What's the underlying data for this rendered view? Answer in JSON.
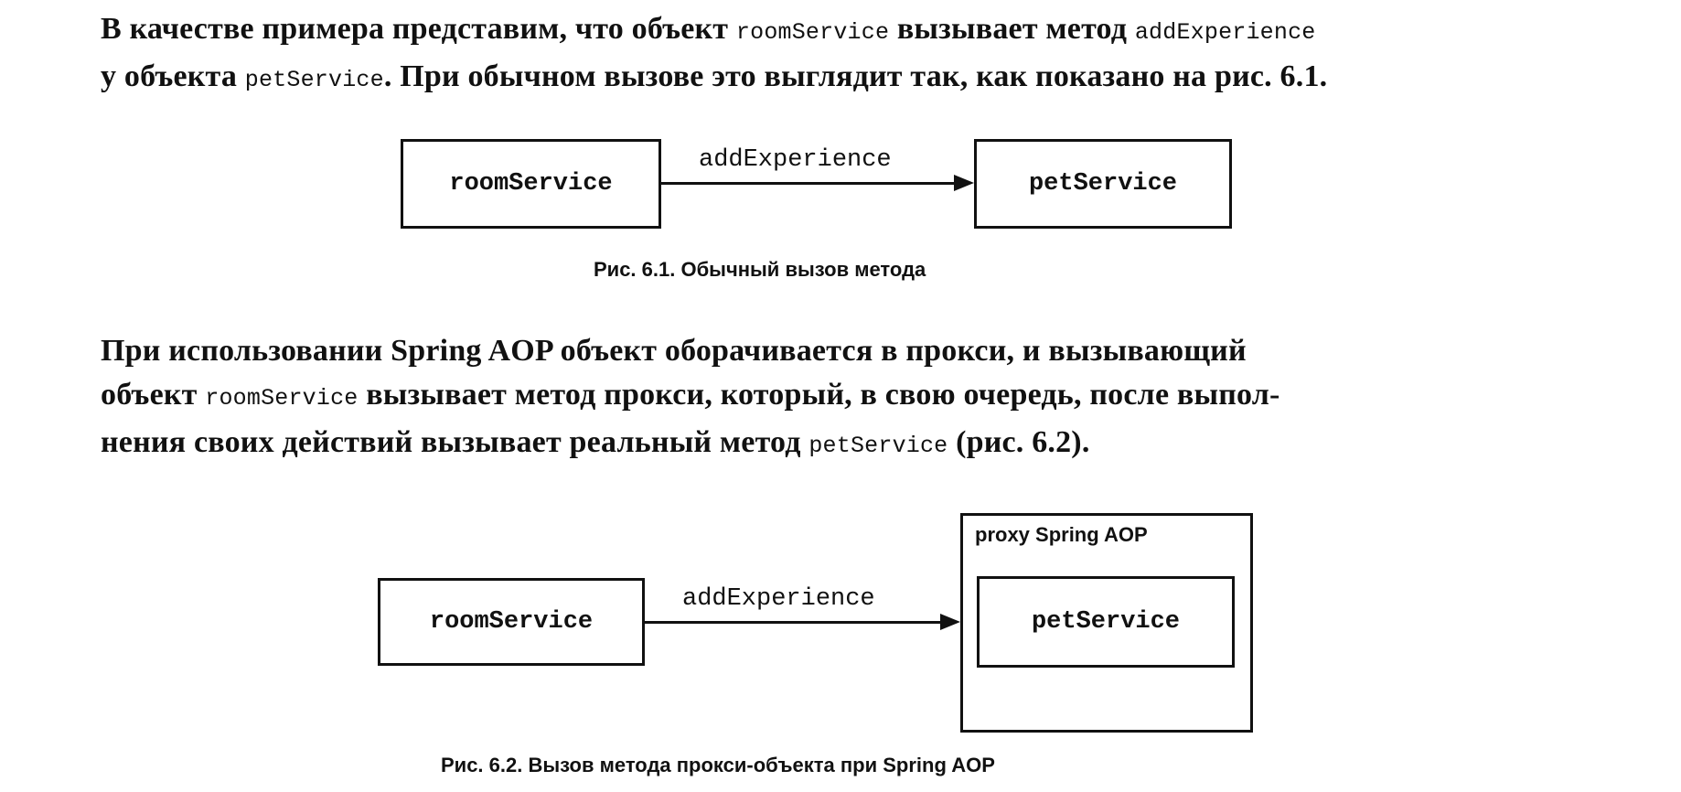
{
  "paragraph1": {
    "t1": "В качестве примера представим, что объект ",
    "c1": "roomService",
    "t2": " вызывает метод ",
    "c2": "addExperience",
    "t3": "у объекта ",
    "c3": "petService",
    "t4": ". При обычном вызове это выглядит так, как показано на рис. 6.1."
  },
  "figure1": {
    "left_box": "roomService",
    "arrow_label": "addExperience",
    "right_box": "petService",
    "caption": "Рис. 6.1. Обычный вызов метода"
  },
  "paragraph2": {
    "t1": "При использовании Spring AOP объект оборачивается в прокси, и вызывающий",
    "t2": "объект ",
    "c1": "roomService",
    "t3": " вызывает метод прокси, который, в свою очередь, после выпол-",
    "t4": "нения своих действий вызывает реальный метод ",
    "c2": "petService",
    "t5": " (рис. 6.2)."
  },
  "figure2": {
    "left_box": "roomService",
    "arrow_label": "addExperience",
    "proxy_label": "proxy Spring AOP",
    "inner_box": "petService",
    "caption": "Рис. 6.2. Вызов метода прокси-объекта при Spring AOP"
  }
}
